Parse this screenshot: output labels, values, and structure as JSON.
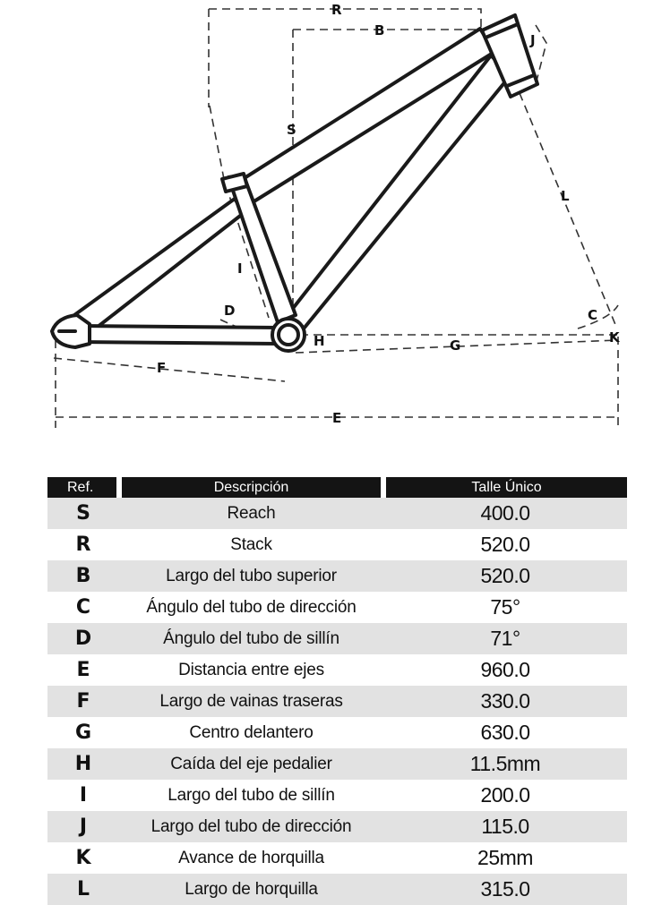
{
  "diagram": {
    "labels": {
      "R": "R",
      "B": "B",
      "J": "J",
      "S": "S",
      "L": "L",
      "I": "I",
      "D": "D",
      "C": "C",
      "H": "H",
      "G": "G",
      "K": "K",
      "F": "F",
      "E": "E"
    }
  },
  "table": {
    "headers": {
      "ref": "Ref.",
      "description": "Descripción",
      "value": "Talle Único"
    },
    "rows": [
      {
        "ref": "S",
        "desc": "Reach",
        "val": "400.0"
      },
      {
        "ref": "R",
        "desc": "Stack",
        "val": "520.0"
      },
      {
        "ref": "B",
        "desc": "Largo del tubo superior",
        "val": "520.0"
      },
      {
        "ref": "C",
        "desc": "Ángulo del tubo de dirección",
        "val": "75°"
      },
      {
        "ref": "D",
        "desc": "Ángulo del tubo de sillín",
        "val": "71°"
      },
      {
        "ref": "E",
        "desc": "Distancia entre ejes",
        "val": "960.0"
      },
      {
        "ref": "F",
        "desc": "Largo de vainas traseras",
        "val": "330.0"
      },
      {
        "ref": "G",
        "desc": "Centro delantero",
        "val": "630.0"
      },
      {
        "ref": "H",
        "desc": "Caída del eje pedalier",
        "val": "11.5mm"
      },
      {
        "ref": "I",
        "desc": "Largo del tubo de sillín",
        "val": "200.0"
      },
      {
        "ref": "J",
        "desc": "Largo del tubo de dirección",
        "val": "115.0"
      },
      {
        "ref": "K",
        "desc": "Avance de horquilla",
        "val": "25mm"
      },
      {
        "ref": "L",
        "desc": "Largo de horquilla",
        "val": "315.0"
      }
    ]
  }
}
